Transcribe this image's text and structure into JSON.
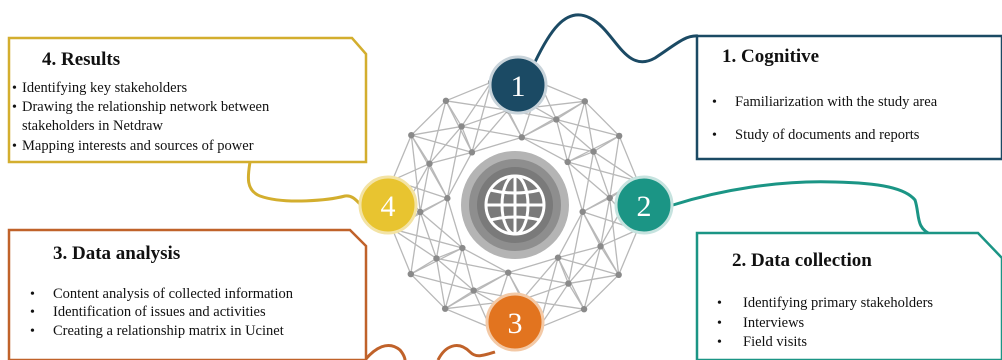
{
  "colors": {
    "step1": "#1b4a64",
    "step2": "#1b9585",
    "step3": "#e2741f",
    "step4": "#e8c430",
    "box1_border": "#1b4a64",
    "box2_border": "#1b9585",
    "box3_border": "#c0622a",
    "box4_border": "#d3ae2e",
    "network": "#b8b8b8",
    "node": "#8a8a8a",
    "hub_outer": "#9a9a9a",
    "hub_inner": "#7a7a7a"
  },
  "center_icon": "globe-icon",
  "steps": [
    {
      "number": "1",
      "title": "1. Cognitive",
      "items": [
        "Familiarization with the study area",
        "Study of documents and reports"
      ]
    },
    {
      "number": "2",
      "title": "2. Data collection",
      "items": [
        "Identifying primary stakeholders",
        "Interviews",
        "Field visits"
      ]
    },
    {
      "number": "3",
      "title": "3. Data analysis",
      "items": [
        "Content analysis of collected information",
        "Identification of issues and activities",
        "Creating a relationship matrix in Ucinet"
      ]
    },
    {
      "number": "4",
      "title": "4. Results",
      "items": [
        "Identifying key stakeholders",
        "Drawing the relationship network between",
        "stakeholders in Netdraw",
        "Mapping interests and sources of power"
      ]
    }
  ]
}
